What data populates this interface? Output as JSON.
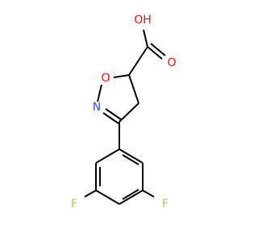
{
  "molecule": {
    "atoms": {
      "hydroxyl_oxygen": "OH",
      "carbonyl_oxygen": "O",
      "ring_oxygen": "O",
      "ring_nitrogen": "N",
      "fluorine_left": "F",
      "fluorine_right": "F"
    },
    "colors": {
      "bond": "#000000",
      "oxygen": "#ff0d0d",
      "nitrogen": "#3050f8",
      "fluorine": "#90e050"
    }
  }
}
